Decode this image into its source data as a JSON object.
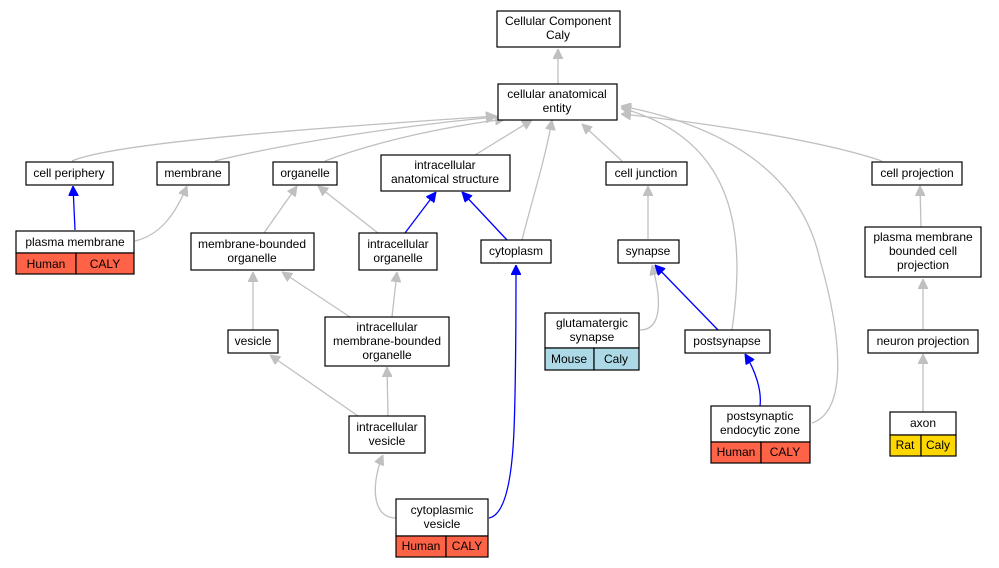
{
  "colors": {
    "human": "#ff6347",
    "mouse": "#add8e6",
    "rat": "#ffd700",
    "edge_grey": "#c0c0c0",
    "edge_blue": "#0000ff"
  },
  "nodes": {
    "root": [
      "Cellular Component",
      "Caly"
    ],
    "cae": [
      "cellular anatomical",
      "entity"
    ],
    "periphery": [
      "cell periphery"
    ],
    "membrane": [
      "membrane"
    ],
    "organelle": [
      "organelle"
    ],
    "ias": [
      "intracellular",
      "anatomical structure"
    ],
    "junction": [
      "cell junction"
    ],
    "projection": [
      "cell projection"
    ],
    "plasma": [
      "plasma membrane"
    ],
    "mbo": [
      "membrane-bounded",
      "organelle"
    ],
    "io": [
      "intracellular",
      "organelle"
    ],
    "cytoplasm": [
      "cytoplasm"
    ],
    "synapse": [
      "synapse"
    ],
    "pmbcp": [
      "plasma membrane",
      "bounded cell",
      "projection"
    ],
    "vesicle": [
      "vesicle"
    ],
    "imbo": [
      "intracellular",
      "membrane-bounded",
      "organelle"
    ],
    "glut": [
      "glutamatergic",
      "synapse"
    ],
    "postsynapse": [
      "postsynapse"
    ],
    "neuronproj": [
      "neuron projection"
    ],
    "iv": [
      "intracellular",
      "vesicle"
    ],
    "pez": [
      "postsynaptic",
      "endocytic zone"
    ],
    "axon": [
      "axon"
    ],
    "cv": [
      "cytoplasmic",
      "vesicle"
    ]
  },
  "annotations": {
    "plasma": [
      "Human",
      "CALY"
    ],
    "glut": [
      "Mouse",
      "Caly"
    ],
    "pez": [
      "Human",
      "CALY"
    ],
    "axon": [
      "Rat",
      "Caly"
    ],
    "cv": [
      "Human",
      "CALY"
    ]
  }
}
